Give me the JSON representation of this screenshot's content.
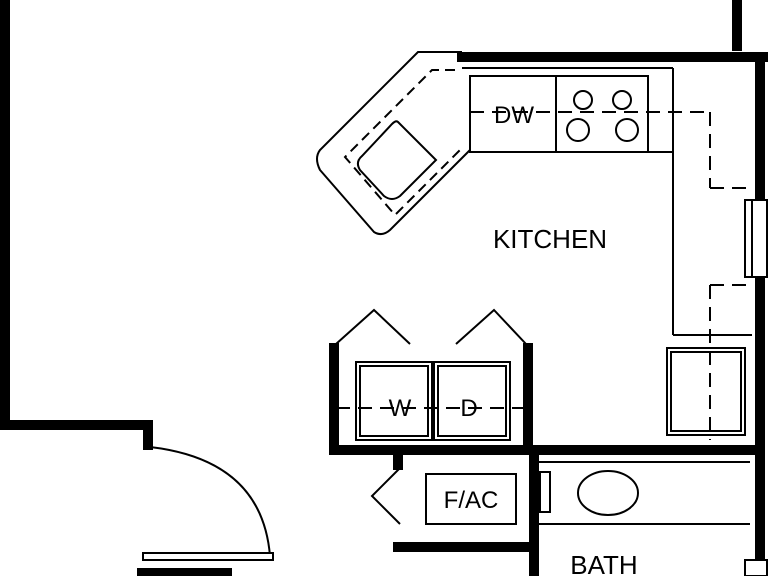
{
  "floorplan": {
    "rooms": {
      "kitchen": "KITCHEN",
      "bath": "BATH"
    },
    "appliances": {
      "dishwasher": "DW",
      "washer": "W",
      "dryer": "D",
      "furnace_ac": "F/AC"
    },
    "colors": {
      "line": "#000000",
      "background": "#ffffff"
    }
  }
}
